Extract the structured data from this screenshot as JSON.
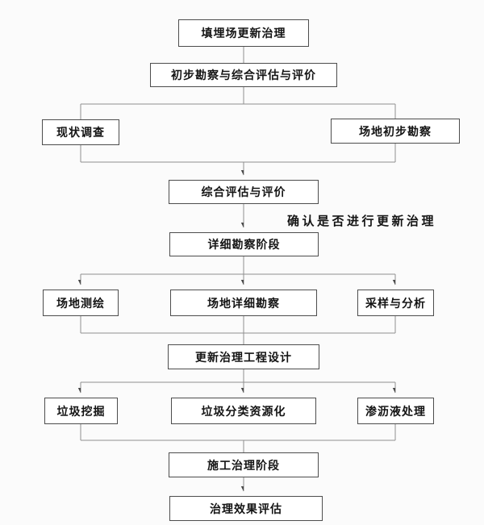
{
  "diagram": {
    "annotation": "确认是否进行更新治理",
    "colors": {
      "background": "#fbfbfb",
      "box_fill": "#ffffff",
      "box_border": "#4d4d4d",
      "connector_line": "#8f8f8f",
      "arrowhead": "#4a4a4a",
      "text": "#141414"
    },
    "nodes": [
      {
        "label": "填埋场更新治理"
      },
      {
        "label": "初步勘察与综合评估与评价"
      },
      {
        "label": "现状调查"
      },
      {
        "label": "场地初步勘察"
      },
      {
        "label": "综合评估与评价"
      },
      {
        "label": "详细勘察阶段"
      },
      {
        "label": "场地测绘"
      },
      {
        "label": "场地详细勘察"
      },
      {
        "label": "采样与分析"
      },
      {
        "label": "更新治理工程设计"
      },
      {
        "label": "垃圾挖掘"
      },
      {
        "label": "垃圾分类资源化"
      },
      {
        "label": "渗沥液处理"
      },
      {
        "label": "施工治理阶段"
      },
      {
        "label": "治理效果评估"
      }
    ]
  }
}
